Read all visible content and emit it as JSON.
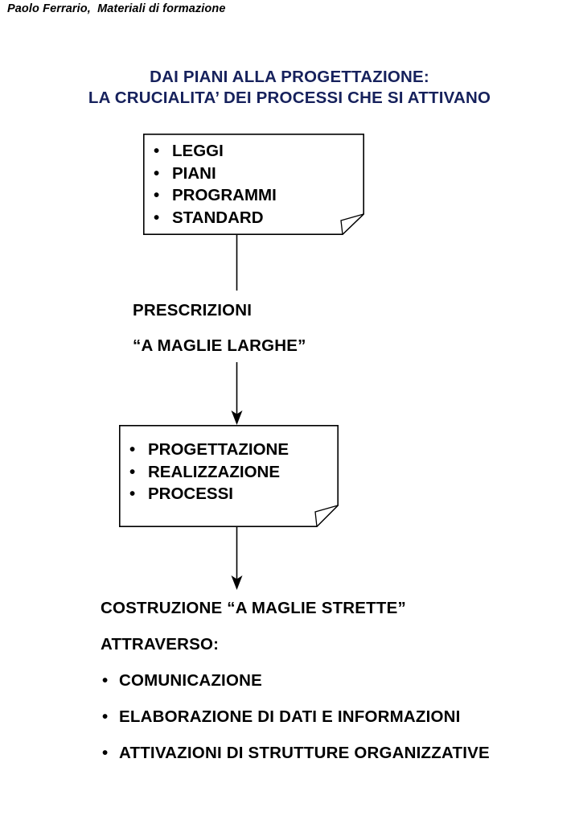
{
  "header": {
    "text": "Paolo Ferrario,  Materiali di formazione"
  },
  "title": {
    "color": "#16215c",
    "line1": "DAI PIANI ALLA PROGETTAZIONE:",
    "line2": "LA CRUCIALITA’ DEI PROCESSI CHE SI ATTIVANO"
  },
  "box_top": {
    "bullet_glyph": "•",
    "items": [
      "LEGGI",
      "PIANI",
      "PROGRAMMI",
      "STANDARD"
    ]
  },
  "mid": {
    "line1": "PRESCRIZIONI",
    "line2": "“A MAGLIE LARGHE”"
  },
  "box_bottom": {
    "bullet_glyph": "•",
    "items": [
      "PROGETTAZIONE",
      "REALIZZAZIONE",
      "PROCESSI"
    ]
  },
  "outcome": {
    "line1": "COSTRUZIONE “A MAGLIE STRETTE”",
    "line2": "ATTRAVERSO:",
    "bullet_glyph": "•",
    "items": [
      "COMUNICAZIONE",
      "ELABORAZIONE DI DATI E INFORMAZIONI",
      "ATTIVAZIONI DI STRUTTURE ORGANIZZATIVE"
    ]
  },
  "connectors": {
    "line_color": "#000000",
    "items": [
      {
        "name": "box-top-to-prescrizioni",
        "arrowhead": false
      },
      {
        "name": "prescrizioni-to-box-bottom",
        "arrowhead": true
      },
      {
        "name": "box-bottom-to-outcome",
        "arrowhead": true
      }
    ]
  }
}
